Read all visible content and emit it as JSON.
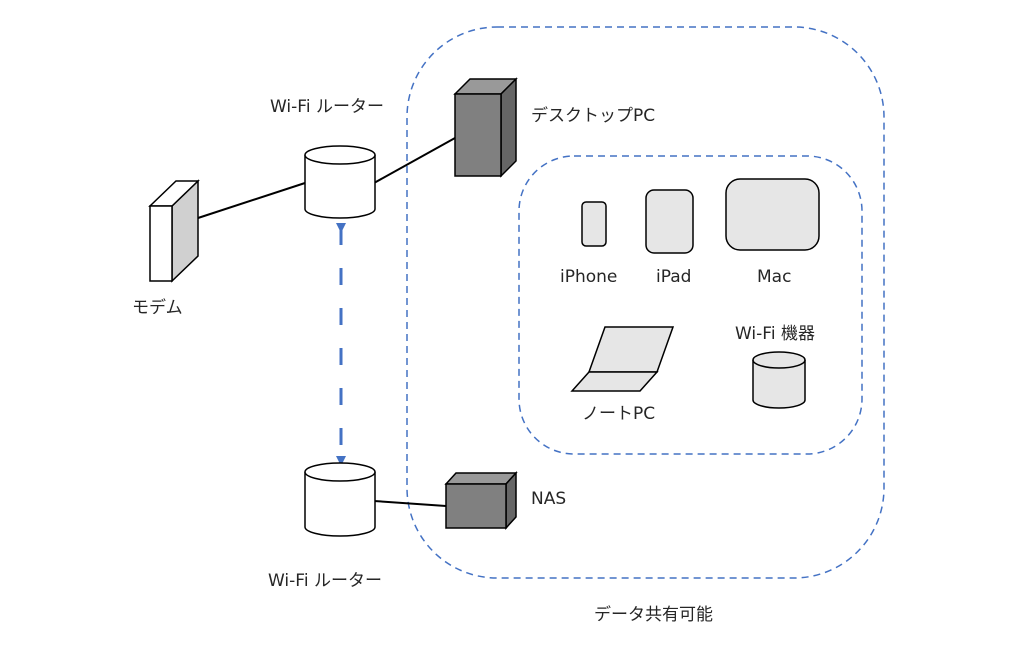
{
  "diagram": {
    "title_region": "データ共有可能",
    "colors": {
      "stroke": "#000000",
      "dash_border": "#4472C4",
      "arrow": "#4472C4",
      "dark_front": "#808080",
      "dark_top": "#999999",
      "dark_side": "#666666",
      "light_fill": "#E6E6E6",
      "modem_side": "#D0D0D0",
      "white": "#FFFFFF",
      "text": "#262626"
    },
    "nodes": {
      "modem": {
        "label": "モデム",
        "icon": "modem-box-icon"
      },
      "router_top": {
        "label": "Wi-Fi ルーター",
        "icon": "cylinder-icon"
      },
      "router_bottom": {
        "label": "Wi-Fi ルーター",
        "icon": "cylinder-icon"
      },
      "desktop_pc": {
        "label": "デスクトップPC",
        "icon": "tower-box-icon"
      },
      "nas": {
        "label": "NAS",
        "icon": "nas-box-icon"
      },
      "iphone": {
        "label": "iPhone",
        "icon": "phone-icon"
      },
      "ipad": {
        "label": "iPad",
        "icon": "tablet-icon"
      },
      "mac": {
        "label": "Mac",
        "icon": "monitor-icon"
      },
      "laptop": {
        "label": "ノートPC",
        "icon": "laptop-icon"
      },
      "wifi_device": {
        "label": "Wi-Fi 機器",
        "icon": "cylinder-icon"
      }
    },
    "connections": [
      {
        "from": "modem",
        "to": "router_top",
        "style": "solid"
      },
      {
        "from": "router_top",
        "to": "desktop_pc",
        "style": "solid"
      },
      {
        "from": "router_bottom",
        "to": "nas",
        "style": "solid"
      },
      {
        "from": "router_top",
        "to": "router_bottom",
        "style": "dashed-bidirectional-arrow"
      }
    ],
    "groups": [
      {
        "name": "data-sharing-zone",
        "label": "データ共有可能",
        "style": "dashed"
      },
      {
        "name": "wireless-devices-group",
        "style": "dashed"
      }
    ]
  }
}
